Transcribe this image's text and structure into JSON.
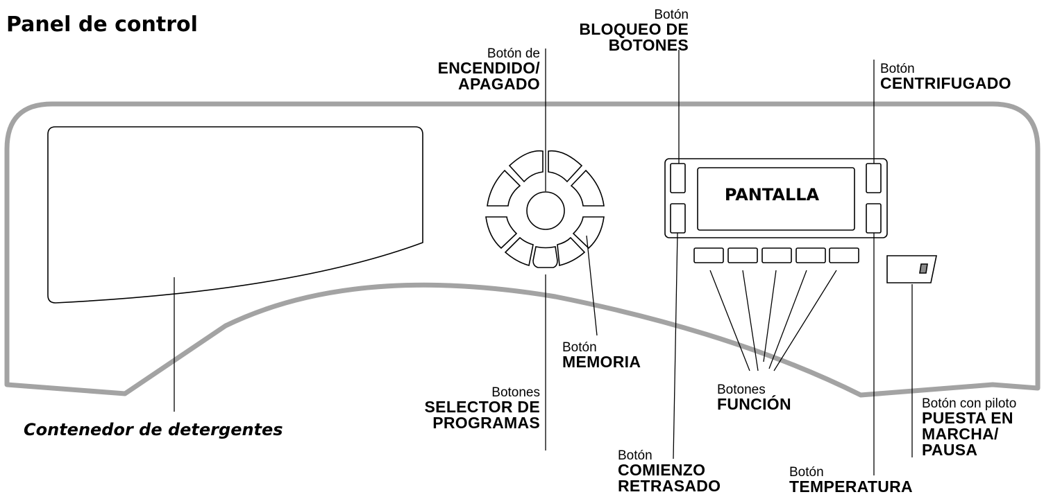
{
  "title": "Panel de control",
  "display_text": "PANTALLA",
  "labels": {
    "power": {
      "small": "Botón de",
      "line1": "ENCENDIDO/",
      "line2": "APAGADO"
    },
    "lock": {
      "small": "Botón",
      "line1": "BLOQUEO DE",
      "line2": "BOTONES"
    },
    "spin": {
      "small": "Botón",
      "line1": "CENTRIFUGADO"
    },
    "memory": {
      "small": "Botón",
      "line1": "MEMORIA"
    },
    "selector": {
      "small": "Botones",
      "line1": "SELECTOR DE",
      "line2": "PROGRAMAS"
    },
    "function": {
      "small": "Botones",
      "line1": "FUNCIÓN"
    },
    "delay": {
      "small": "Botón",
      "line1": "COMIENZO",
      "line2": "RETRASADO"
    },
    "temperature": {
      "small": "Botón",
      "line1": "TEMPERATURA"
    },
    "start": {
      "small": "Botón con piloto",
      "line1": "PUESTA EN",
      "line2": "MARCHA/",
      "line3": "PAUSA"
    },
    "dispenser": "Contenedor de detergentes"
  }
}
